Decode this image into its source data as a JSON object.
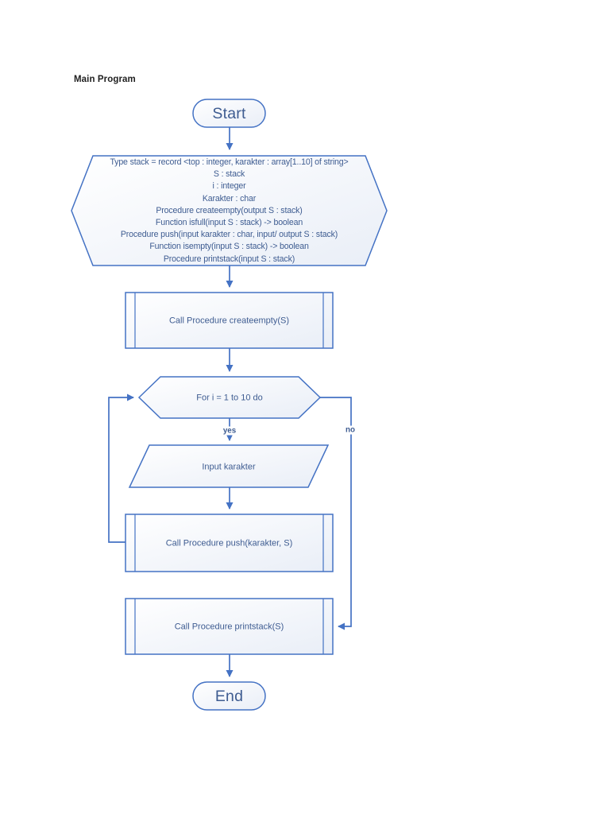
{
  "page": {
    "title": "Main Program"
  },
  "colors": {
    "line": "#4472C4",
    "shape_text": "#3E5C91",
    "title_text": "#1f1f1f"
  },
  "flowchart": {
    "start": {
      "label": "Start"
    },
    "declaration": {
      "lines": [
        "Type stack = record <top : integer, karakter : array[1..10] of string>",
        "S : stack",
        "i : integer",
        "Karakter : char",
        "Procedure createempty(output S : stack)",
        "Function isfull(input S : stack) -> boolean",
        "Procedure push(input karakter : char, input/ output S : stack)",
        "Function isempty(input S : stack) -> boolean",
        "Procedure printstack(input S : stack)"
      ]
    },
    "createempty": {
      "label": "Call Procedure createempty(S)"
    },
    "loop": {
      "label": "For i = 1 to 10 do",
      "yes_label": "yes",
      "no_label": "no"
    },
    "input": {
      "label": "Input karakter"
    },
    "push": {
      "label": "Call Procedure push(karakter, S)"
    },
    "printstack": {
      "label": "Call Procedure printstack(S)"
    },
    "end": {
      "label": "End"
    }
  }
}
